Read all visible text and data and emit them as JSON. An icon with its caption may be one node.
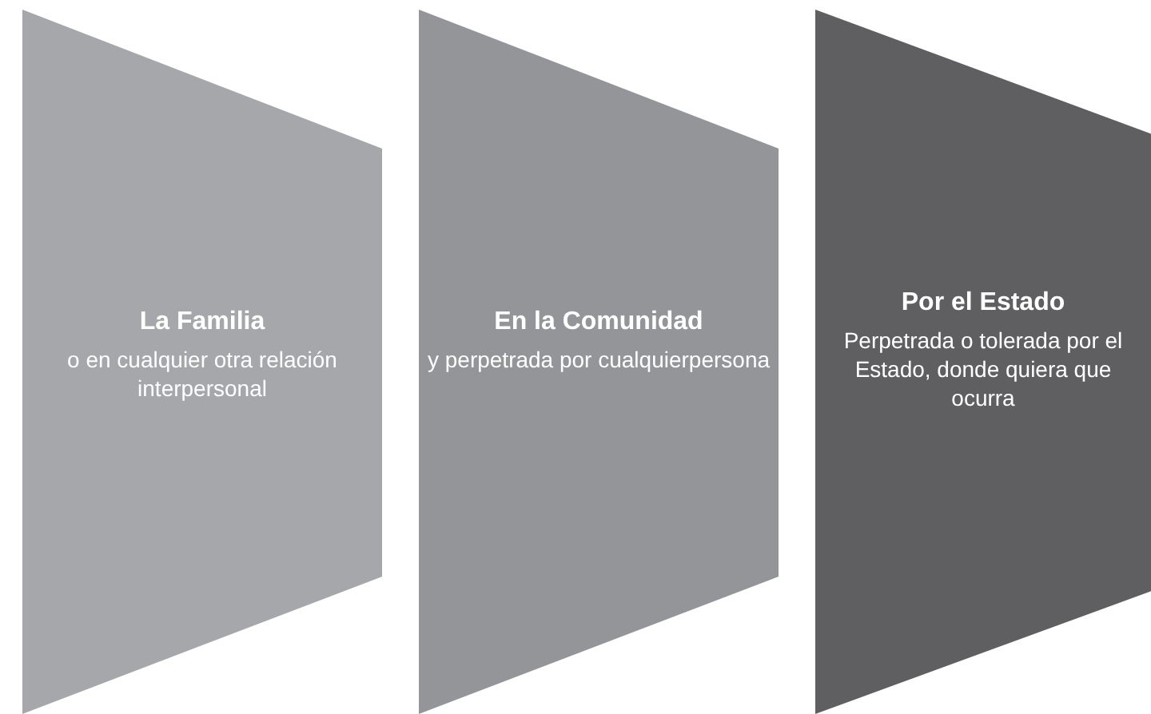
{
  "diagram": {
    "nodes": [
      {
        "text": [
          "La Familia",
          "o en cualquier otra relación interpersonal"
        ]
      },
      {
        "text": [
          "En la Comunidad",
          "y perpetrada por cualquierpersona"
        ]
      },
      {
        "text": [
          "Por el Estado",
          "Perpetrada o tolerada por el Estado, donde quiera que ocurra"
        ]
      }
    ]
  }
}
